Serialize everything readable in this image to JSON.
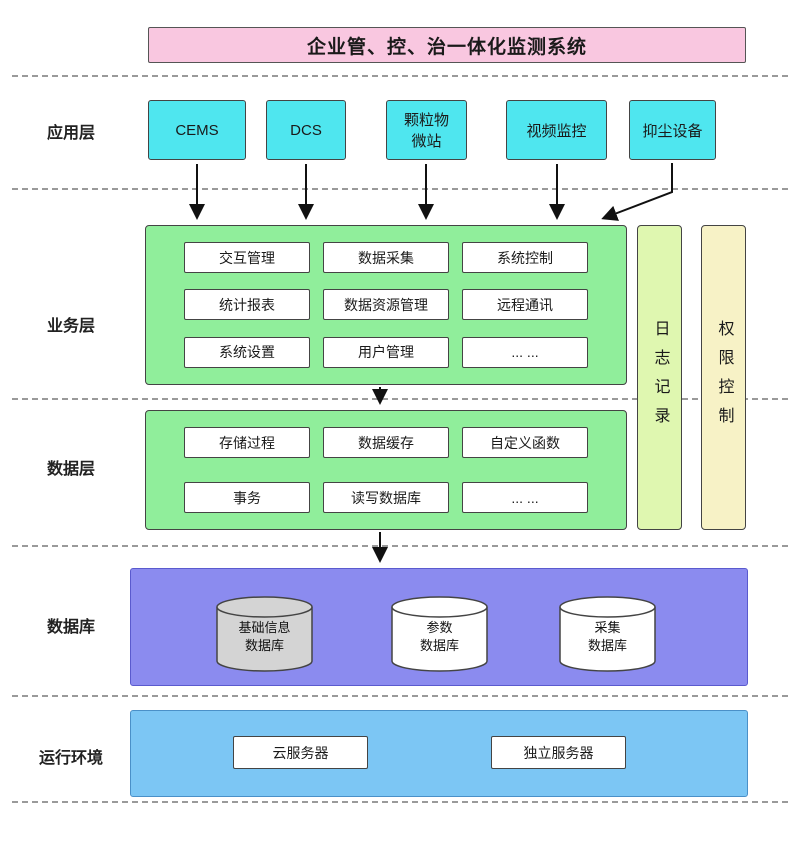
{
  "title": "企业管、控、治一体化监测系统",
  "app_layer": {
    "label": "应用层",
    "items": [
      "CEMS",
      "DCS",
      "颗粒物\n微站",
      "视频监控",
      "抑尘设备"
    ]
  },
  "business_layer": {
    "label": "业务层",
    "items": [
      "交互管理",
      "数据采集",
      "系统控制",
      "统计报表",
      "数据资源管理",
      "远程通讯",
      "系统设置",
      "用户管理",
      "... ..."
    ]
  },
  "data_layer": {
    "label": "数据层",
    "items": [
      "存储过程",
      "数据缓存",
      "自定义函数",
      "事务",
      "读写数据库",
      "... ..."
    ]
  },
  "side_bars": [
    {
      "label": "日志记录",
      "color": "#dff7b0"
    },
    {
      "label": "权限控制",
      "color": "#f7f2c6"
    }
  ],
  "database_layer": {
    "label": "数据库",
    "cylinders": [
      {
        "label": "基础信息\n数据库",
        "fill": "#d4d4d4"
      },
      {
        "label": "参数\n数据库",
        "fill": "#ffffff"
      },
      {
        "label": "采集\n数据库",
        "fill": "#ffffff"
      }
    ]
  },
  "runtime_layer": {
    "label": "运行环境",
    "items": [
      "云服务器",
      "独立服务器"
    ]
  },
  "colors": {
    "title_bg": "#f9c7e0",
    "app_box_bg": "#4fe6ef",
    "layer_container_green": "#90ee9b",
    "database_bg": "#8b8bef",
    "runtime_bg": "#7cc6f4",
    "arrow": "#111111"
  }
}
